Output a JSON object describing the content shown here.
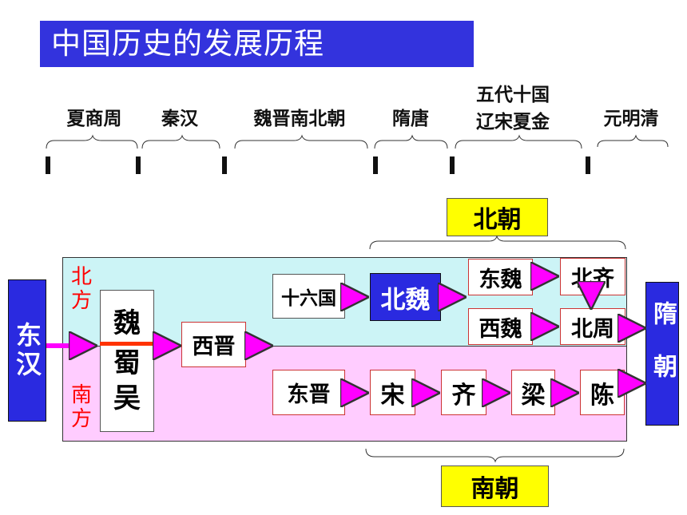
{
  "title": "中国历史的发展历程",
  "eras": [
    "夏商周",
    "秦汉",
    "魏晋南北朝",
    "隋唐",
    "五代十国",
    "辽宋夏金",
    "元明清"
  ],
  "labels": {
    "north_dynasties": "北朝",
    "south_dynasties": "南朝",
    "north_region": "北方",
    "south_region": "南方"
  },
  "nodes": {
    "eastern_han": "东汉",
    "three_kingdoms": [
      "魏",
      "蜀",
      "吴"
    ],
    "western_jin": "西晋",
    "sixteen_kingdoms": "十六国",
    "northern_wei": "北魏",
    "eastern_wei": "东魏",
    "northern_qi": "北齐",
    "western_wei": "西魏",
    "northern_zhou": "北周",
    "eastern_jin": "东晋",
    "song": "宋",
    "qi": "齐",
    "liang": "梁",
    "chen": "陈",
    "sui": "隋朝"
  },
  "colors": {
    "title_bg": "#3333dd",
    "north_band": "#ccf4f6",
    "south_band": "#ffccff",
    "arrow": "#ff00ff",
    "highlight_box": "#2a2ae0",
    "label_box": "#ffff00",
    "region_text": "#ff0000",
    "divider": "#ff3300"
  }
}
